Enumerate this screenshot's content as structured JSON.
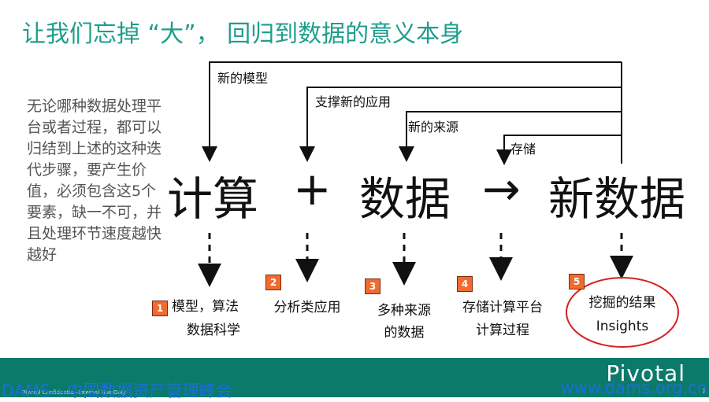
{
  "title": "让我们忘掉 “大”， 回归到数据的意义本身",
  "side_text": "无论哪种数据处理平台或者过程，都可以归结到上述的这种迭代步骤，要产生价值，必须包含这5个要素，缺一不可，并且处理环节速度越快越好",
  "equation": {
    "compute": "计算",
    "plus": "+",
    "data": "数据",
    "arrow": "→",
    "new_data": "新数据"
  },
  "feedback_labels": {
    "new_model": "新的模型",
    "new_apps": "支撑新的应用",
    "new_sources": "新的来源",
    "storage": "存储"
  },
  "steps": [
    {
      "number": "1",
      "line1": "模型，算法",
      "line2": "数据科学"
    },
    {
      "number": "2",
      "line1": "分析类应用",
      "line2": ""
    },
    {
      "number": "3",
      "line1": "多种来源",
      "line2": "的数据"
    },
    {
      "number": "4",
      "line1": "存储计算平台",
      "line2": "计算过程"
    },
    {
      "number": "5",
      "line1": "挖掘的结果",
      "line2": "Insights"
    }
  ],
  "footer": {
    "logo": "Pivotal",
    "left_text": "DAMS—中国数据资产管理峰会",
    "right_text": "www.dams.org.cn",
    "confidential": "Pivotal Confidential–Internal Use Only",
    "page": "7"
  },
  "colors": {
    "title": "#1f9e8c",
    "badge": "#f26a2e",
    "footer_bar": "#0b7a6b",
    "footer_text": "#1b6fd6",
    "highlight_ellipse": "#d62020"
  }
}
